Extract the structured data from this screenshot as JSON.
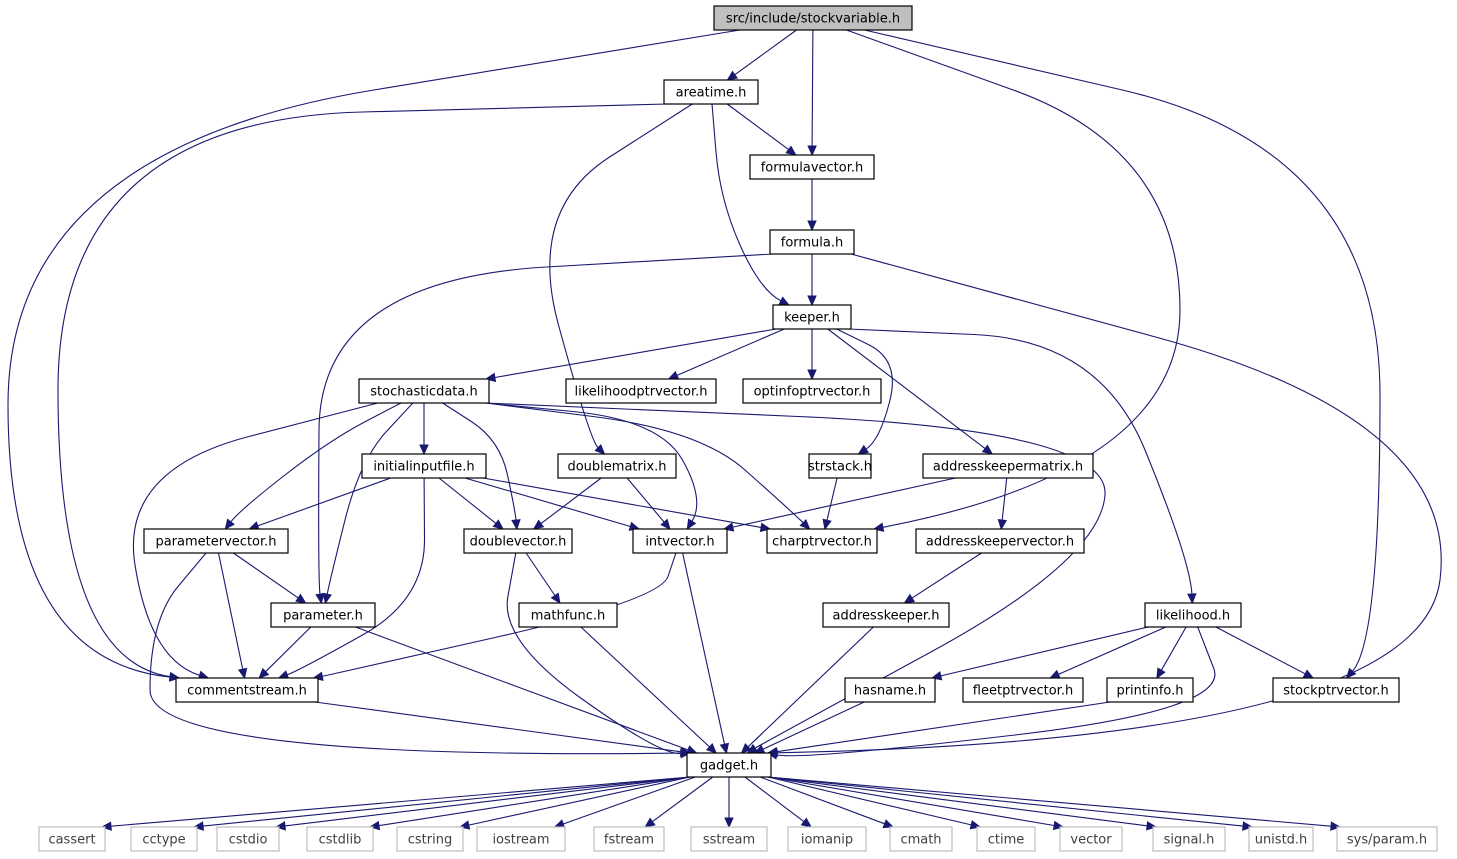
{
  "title": "src/include/stockvariable.h",
  "colors": {
    "edge": "#191970",
    "root_fill": "#bfbfbf",
    "node_border": "#000000",
    "system_border": "#bfbfbf",
    "system_text": "#404040",
    "background": "#ffffff"
  },
  "nodes": {
    "root": "src/include/stockvariable.h",
    "areatime": "areatime.h",
    "formulavector": "formulavector.h",
    "formula": "formula.h",
    "keeper": "keeper.h",
    "stochasticdata": "stochasticdata.h",
    "likelihoodptrvector": "likelihoodptrvector.h",
    "optinfoptrvector": "optinfoptrvector.h",
    "initialinputfile": "initialinputfile.h",
    "doublematrix": "doublematrix.h",
    "strstack": "strstack.h",
    "addresskeepermatrix": "addresskeepermatrix.h",
    "parametervector": "parametervector.h",
    "doublevector": "doublevector.h",
    "intvector": "intvector.h",
    "charptrvector": "charptrvector.h",
    "addresskeepervector": "addresskeepervector.h",
    "parameter": "parameter.h",
    "mathfunc": "mathfunc.h",
    "addresskeeper": "addresskeeper.h",
    "likelihood": "likelihood.h",
    "commentstream": "commentstream.h",
    "hasname": "hasname.h",
    "fleetptrvector": "fleetptrvector.h",
    "printinfo": "printinfo.h",
    "stockptrvector": "stockptrvector.h",
    "gadget": "gadget.h",
    "cassert": "cassert",
    "cctype": "cctype",
    "cstdio": "cstdio",
    "cstdlib": "cstdlib",
    "cstring": "cstring",
    "iostream": "iostream",
    "fstream": "fstream",
    "sstream": "sstream",
    "iomanip": "iomanip",
    "cmath": "cmath",
    "ctime": "ctime",
    "vector": "vector",
    "signal": "signal.h",
    "unistd": "unistd.h",
    "sysparam": "sys/param.h"
  },
  "edges": [
    [
      "root",
      "areatime"
    ],
    [
      "root",
      "formulavector"
    ],
    [
      "root",
      "commentstream"
    ],
    [
      "root",
      "charptrvector"
    ],
    [
      "root",
      "stockptrvector"
    ],
    [
      "areatime",
      "formulavector"
    ],
    [
      "areatime",
      "keeper"
    ],
    [
      "areatime",
      "commentstream"
    ],
    [
      "areatime",
      "doublematrix"
    ],
    [
      "formulavector",
      "formula"
    ],
    [
      "formula",
      "keeper"
    ],
    [
      "formula",
      "parameter"
    ],
    [
      "formula",
      "gadget"
    ],
    [
      "keeper",
      "stochasticdata"
    ],
    [
      "keeper",
      "likelihoodptrvector"
    ],
    [
      "keeper",
      "optinfoptrvector"
    ],
    [
      "keeper",
      "strstack"
    ],
    [
      "keeper",
      "addresskeepermatrix"
    ],
    [
      "keeper",
      "likelihood"
    ],
    [
      "stochasticdata",
      "initialinputfile"
    ],
    [
      "stochasticdata",
      "parametervector"
    ],
    [
      "stochasticdata",
      "parameter"
    ],
    [
      "stochasticdata",
      "commentstream"
    ],
    [
      "stochasticdata",
      "doublevector"
    ],
    [
      "stochasticdata",
      "intvector"
    ],
    [
      "stochasticdata",
      "charptrvector"
    ],
    [
      "stochasticdata",
      "gadget"
    ],
    [
      "initialinputfile",
      "parametervector"
    ],
    [
      "initialinputfile",
      "doublevector"
    ],
    [
      "initialinputfile",
      "intvector"
    ],
    [
      "initialinputfile",
      "charptrvector"
    ],
    [
      "initialinputfile",
      "commentstream"
    ],
    [
      "doublematrix",
      "doublevector"
    ],
    [
      "doublematrix",
      "intvector"
    ],
    [
      "strstack",
      "charptrvector"
    ],
    [
      "addresskeepermatrix",
      "intvector"
    ],
    [
      "addresskeepermatrix",
      "addresskeepervector"
    ],
    [
      "addresskeepervector",
      "addresskeeper"
    ],
    [
      "parametervector",
      "parameter"
    ],
    [
      "parametervector",
      "commentstream"
    ],
    [
      "parametervector",
      "gadget"
    ],
    [
      "parameter",
      "commentstream"
    ],
    [
      "parameter",
      "gadget"
    ],
    [
      "doublevector",
      "mathfunc"
    ],
    [
      "doublevector",
      "gadget"
    ],
    [
      "intvector",
      "commentstream"
    ],
    [
      "intvector",
      "gadget"
    ],
    [
      "mathfunc",
      "gadget"
    ],
    [
      "addresskeeper",
      "gadget"
    ],
    [
      "likelihood",
      "hasname"
    ],
    [
      "likelihood",
      "fleetptrvector"
    ],
    [
      "likelihood",
      "printinfo"
    ],
    [
      "likelihood",
      "stockptrvector"
    ],
    [
      "likelihood",
      "gadget"
    ],
    [
      "commentstream",
      "gadget"
    ],
    [
      "hasname",
      "gadget"
    ],
    [
      "printinfo",
      "gadget"
    ],
    [
      "gadget",
      "cassert"
    ],
    [
      "gadget",
      "cctype"
    ],
    [
      "gadget",
      "cstdio"
    ],
    [
      "gadget",
      "cstdlib"
    ],
    [
      "gadget",
      "cstring"
    ],
    [
      "gadget",
      "iostream"
    ],
    [
      "gadget",
      "fstream"
    ],
    [
      "gadget",
      "sstream"
    ],
    [
      "gadget",
      "iomanip"
    ],
    [
      "gadget",
      "cmath"
    ],
    [
      "gadget",
      "ctime"
    ],
    [
      "gadget",
      "vector"
    ],
    [
      "gadget",
      "signal"
    ],
    [
      "gadget",
      "unistd"
    ],
    [
      "gadget",
      "sysparam"
    ]
  ]
}
